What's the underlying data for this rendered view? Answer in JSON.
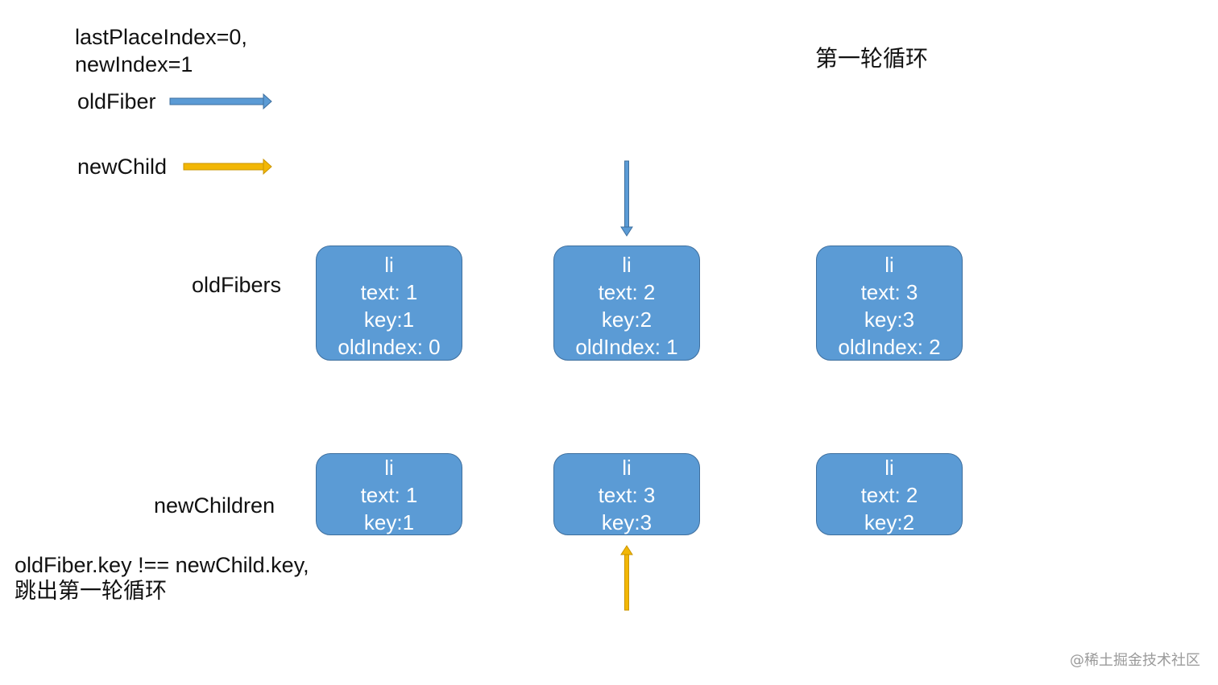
{
  "header": {
    "line1": "lastPlaceIndex=0,",
    "line2": "newIndex=1"
  },
  "round_title": "第一轮循环",
  "legend": {
    "old_fiber": {
      "label": "oldFiber",
      "color": "#5b9bd5"
    },
    "new_child": {
      "label": "newChild",
      "color": "#f2b705"
    }
  },
  "rows": {
    "old_label": "oldFibers",
    "new_label": "newChildren"
  },
  "old_fibers": [
    {
      "type": "li",
      "text": "text: 1",
      "key": "key:1",
      "old_index": "oldIndex: 0"
    },
    {
      "type": "li",
      "text": "text: 2",
      "key": "key:2",
      "old_index": "oldIndex: 1"
    },
    {
      "type": "li",
      "text": "text: 3",
      "key": "key:3",
      "old_index": "oldIndex: 2"
    }
  ],
  "new_children": [
    {
      "type": "li",
      "text": "text: 1",
      "key": "key:1"
    },
    {
      "type": "li",
      "text": "text: 3",
      "key": "key:3"
    },
    {
      "type": "li",
      "text": "text: 2",
      "key": "key:2"
    }
  ],
  "note": {
    "line1": "oldFiber.key !== newChild.key,",
    "line2": "跳出第一轮循环"
  },
  "watermark": "@稀土掘金技术社区",
  "colors": {
    "node_fill": "#5b9bd5",
    "node_border": "#3e6f9e",
    "old_pointer": "#5b9bd5",
    "new_pointer": "#f2b705"
  }
}
